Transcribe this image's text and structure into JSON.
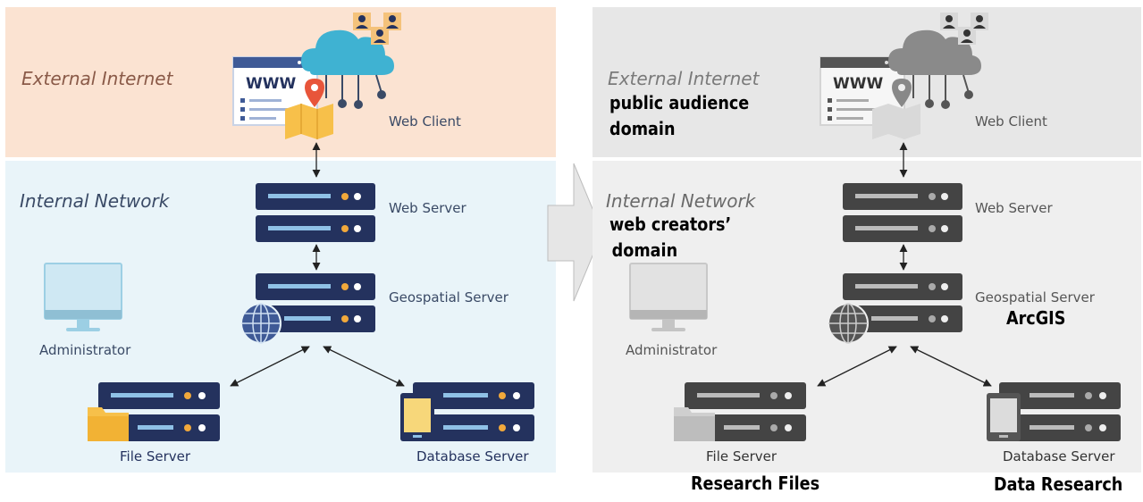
{
  "left_panel": {
    "zones": {
      "external": "External Internet",
      "internal": "Internal Network"
    },
    "nodes": {
      "web_client": "Web Client",
      "web_server": "Web Server",
      "geospatial_server": "Geospatial Server",
      "administrator": "Administrator",
      "file_server": "File Server",
      "database_server": "Database Server"
    },
    "www_text": "WWW"
  },
  "right_panel": {
    "zones": {
      "external": "External Internet",
      "internal": "Internal Network"
    },
    "nodes": {
      "web_client": "Web Client",
      "web_server": "Web Server",
      "geospatial_server": "Geospatial Server",
      "administrator": "Administrator",
      "file_server": "File Server",
      "database_server": "Database Server"
    },
    "www_text": "WWW",
    "annotations": {
      "public_line1": "public audience",
      "public_line2": "domain",
      "creators_line1": "web creators’",
      "creators_line2": "domain",
      "arcgis": "ArcGIS",
      "research_files": "Research Files",
      "data_research": "Data Research"
    }
  },
  "colors": {
    "external_bg": "#fbe3d2",
    "internal_bg": "#e9f4f9",
    "server_navy": "#24325e",
    "accent_orange": "#f2a93b",
    "gray_external_bg": "#e7e7e7",
    "gray_internal_bg": "#efefef",
    "server_gray": "#444444"
  },
  "icons": [
    "www-window-icon",
    "cloud-icon",
    "user-avatar-icon",
    "location-pin-icon",
    "map-icon",
    "server-icon",
    "globe-icon",
    "monitor-icon",
    "folder-icon",
    "database-icon",
    "arrow-icon"
  ]
}
